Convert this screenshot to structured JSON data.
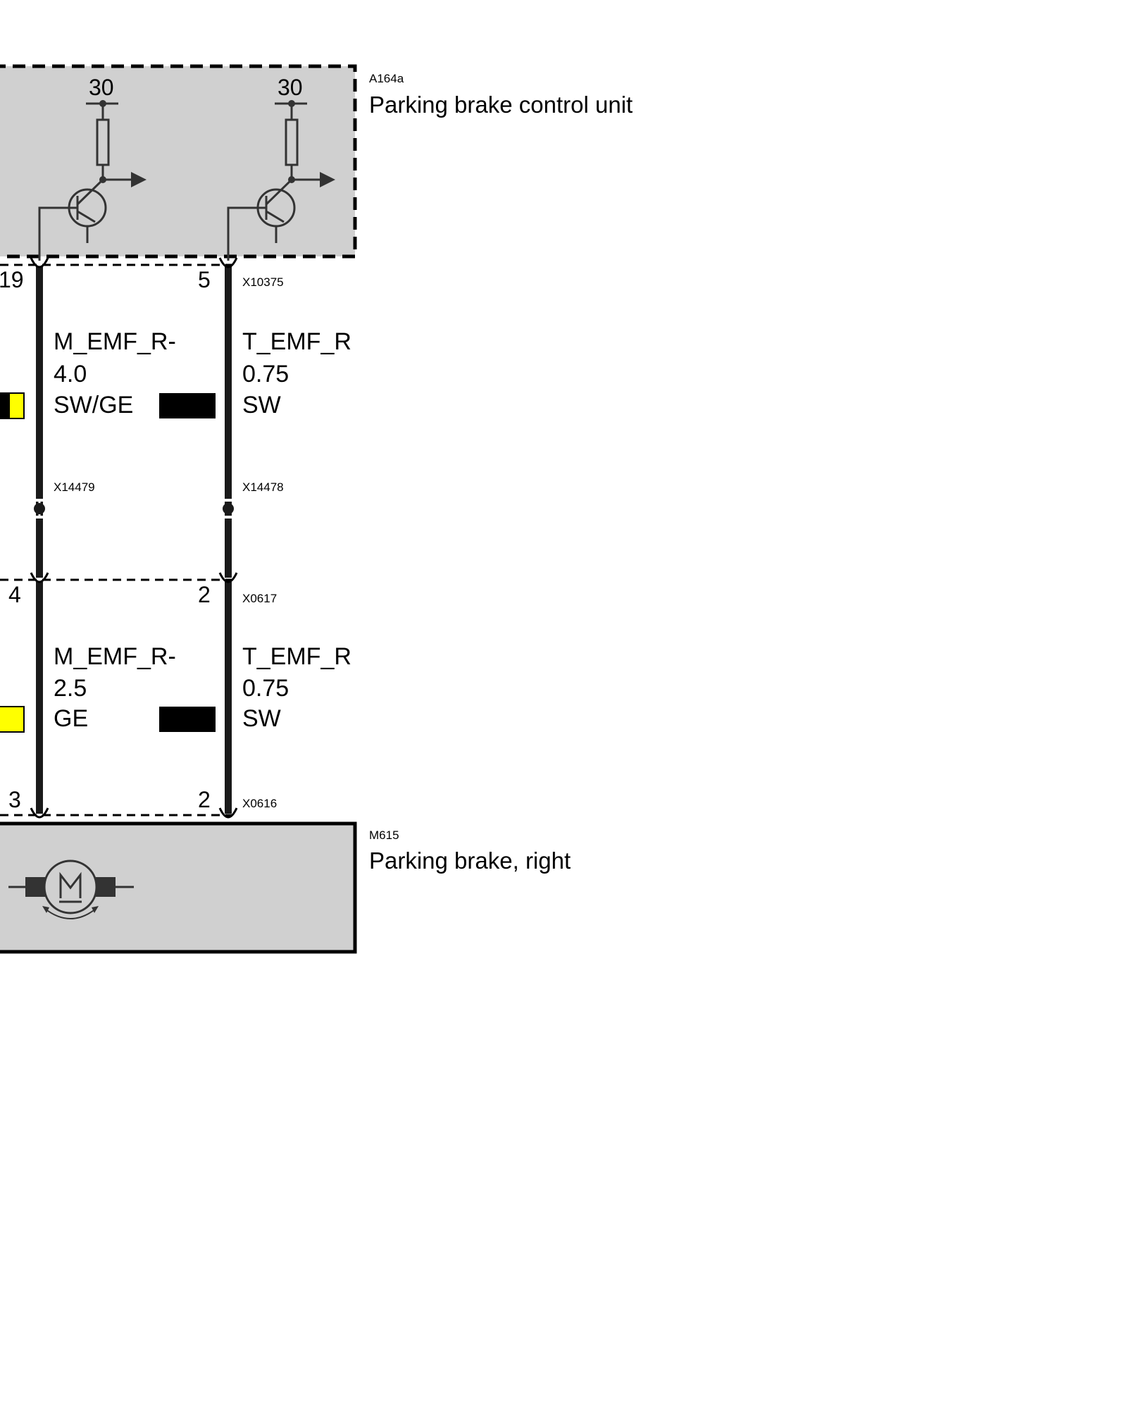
{
  "components": {
    "control_unit": {
      "id": "A164a",
      "name": "Parking brake control unit",
      "terminal_left": "30",
      "terminal_right": "30"
    },
    "motor": {
      "id": "M615",
      "name": "Parking brake, right"
    }
  },
  "connectors": {
    "top": {
      "id": "X10375",
      "pin_left": "19",
      "pin_right": "5"
    },
    "inline_left": {
      "id": "X14479"
    },
    "inline_right": {
      "id": "X14478"
    },
    "middle": {
      "id": "X0617",
      "pin_left": "4",
      "pin_right": "2"
    },
    "bottom": {
      "id": "X0616",
      "pin_left": "3",
      "pin_right": "2"
    }
  },
  "wires": {
    "upper_left": {
      "signal": "M_EMF_R-",
      "size": "4.0",
      "color_code": "SW/GE"
    },
    "upper_right": {
      "signal": "T_EMF_R",
      "size": "0.75",
      "color_code": "SW"
    },
    "lower_left": {
      "signal": "M_EMF_R-",
      "size": "2.5",
      "color_code": "GE"
    },
    "lower_right": {
      "signal": "T_EMF_R",
      "size": "0.75",
      "color_code": "SW"
    }
  },
  "colors": {
    "component_fill": "#d0d0d0",
    "wire": "#1a1a1a",
    "swatch_yellow": "#ffff00",
    "swatch_black": "#000000"
  }
}
